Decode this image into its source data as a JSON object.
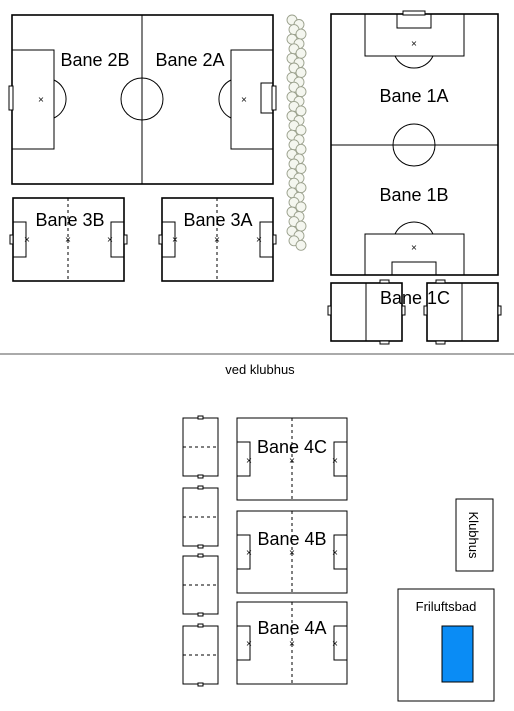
{
  "fields": {
    "bane_2b": "Bane 2B",
    "bane_2a": "Bane 2A",
    "bane_1a": "Bane 1A",
    "bane_1b": "Bane 1B",
    "bane_3b": "Bane 3B",
    "bane_3a": "Bane 3A",
    "bane_1c": "Bane 1C",
    "bane_4c": "Bane 4C",
    "bane_4b": "Bane 4B",
    "bane_4a": "Bane 4A"
  },
  "divider_caption": "ved klubhus",
  "buildings": {
    "klubhus": "Klubhus",
    "friluftsbad": "Friluftsbad"
  },
  "colors": {
    "pool": "#0a8cf5",
    "tree_fill": "#f4f6ef",
    "tree_stroke": "#9aa08c",
    "line": "#000000"
  },
  "icons": {
    "spot": "cross-mark",
    "trees": "tree-row"
  }
}
